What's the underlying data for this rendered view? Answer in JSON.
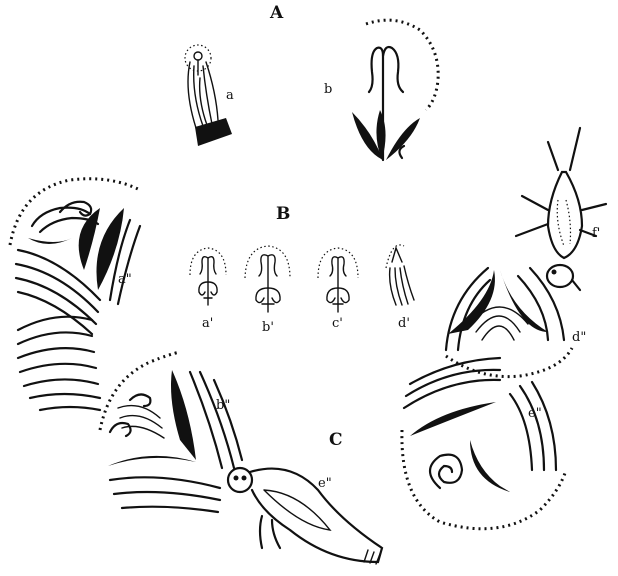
{
  "sections": {
    "A": "A",
    "B": "B",
    "C": "C"
  },
  "labels": {
    "a": "a",
    "b": "b",
    "a_prime": "a'",
    "b_prime": "b'",
    "c_prime": "c'",
    "d_prime": "d'",
    "a_dprime": "a\"",
    "b_dprime": "b\"",
    "d_dprime": "d\"",
    "e_dprime_right": "e\"",
    "e_dprime_bird": "e\"",
    "f_prime": "f'"
  },
  "colors": {
    "ink": "#111111",
    "paper": "#ffffff"
  }
}
